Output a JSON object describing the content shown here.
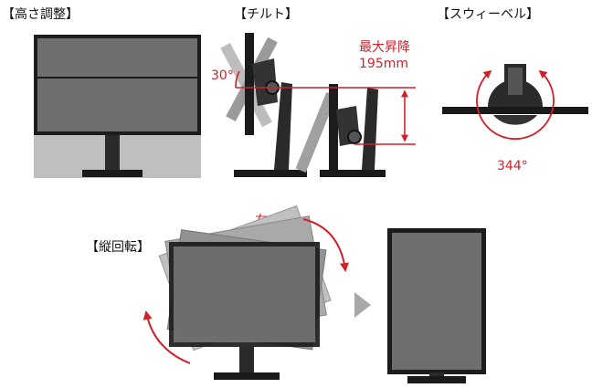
{
  "sections": {
    "height": {
      "label": "【高さ調整】"
    },
    "tilt": {
      "label": "【チルト】",
      "angle_label": "30°",
      "height_label_line1": "最大昇降",
      "height_label_line2": "195mm"
    },
    "swivel": {
      "label": "【スウィーベル】",
      "angle_label": "344°"
    },
    "rotation": {
      "label": "【縦回転】",
      "angle_label": "右90°"
    }
  },
  "colors": {
    "accent": "#d0202a",
    "frame": "#1a1a1a",
    "screen": "#707070",
    "ghost": "#a8a8a8"
  }
}
